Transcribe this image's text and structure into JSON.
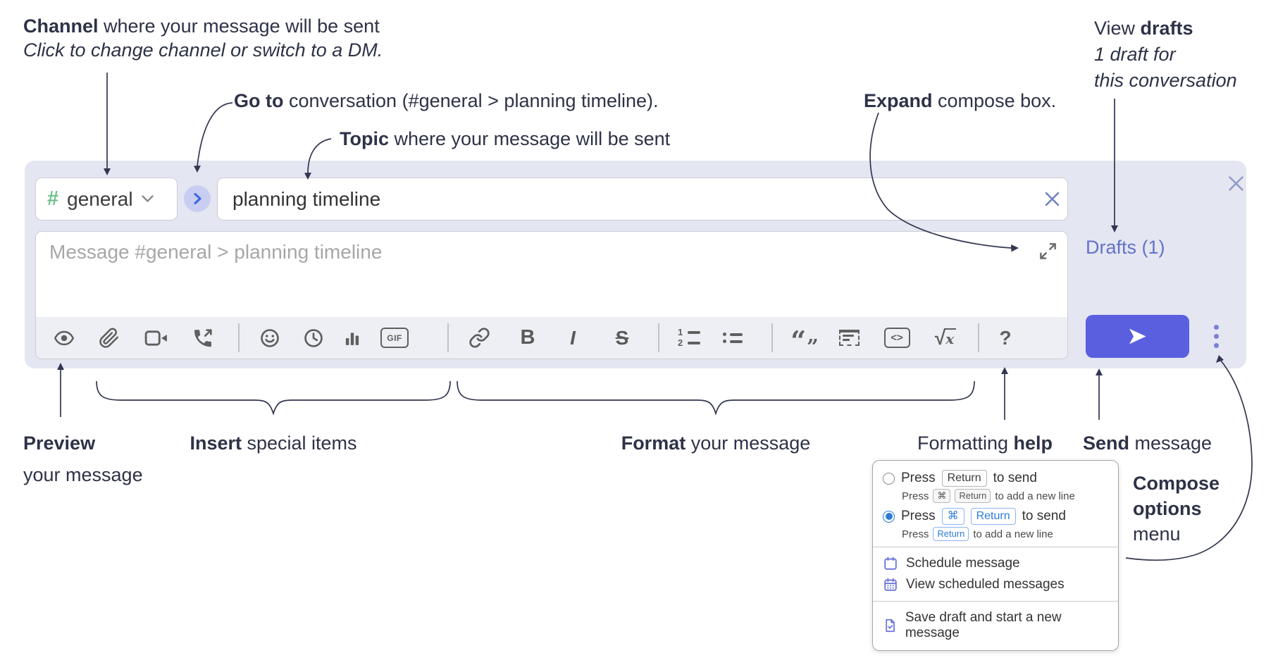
{
  "annotations": {
    "channel": {
      "bold": "Channel",
      "rest": " where your message will be sent",
      "line2": "Click to change channel or switch to a DM."
    },
    "go_to": {
      "bold": "Go to",
      "rest": " conversation (#general > planning timeline)."
    },
    "topic": {
      "bold": "Topic",
      "rest": " where your message will be sent"
    },
    "expand": {
      "bold": "Expand",
      "rest": " compose box."
    },
    "view_drafts": {
      "pre": "View ",
      "bold": "drafts",
      "line2": "1 draft for",
      "line3": "this conversation"
    },
    "preview": {
      "bold": "Preview",
      "line2": "your message"
    },
    "insert": {
      "bold": "Insert",
      "rest": " special items"
    },
    "format": {
      "bold": "Format",
      "rest": " your message"
    },
    "formatting_help": {
      "pre": "Formatting ",
      "bold": "help"
    },
    "send": {
      "bold": "Send",
      "rest": " message"
    },
    "compose_options": {
      "line1": "Compose",
      "line2": "options",
      "line3": "menu"
    }
  },
  "compose": {
    "channel": {
      "hash": "#",
      "name": "general"
    },
    "topic_value": "planning timeline",
    "message_placeholder": "Message #general > planning timeline",
    "drafts_link": "Drafts (1)"
  },
  "toolbar": {
    "bold": "B",
    "italic": "I",
    "strike": "S",
    "gif": "GIF",
    "code": "<>",
    "math_root": "√",
    "math_var": "x",
    "help": "?",
    "quote_open": "“",
    "quote_close": "”",
    "ol_1": "1",
    "ol_2": "2",
    "icons": [
      "eye-preview",
      "paperclip-attach",
      "video-call",
      "voice-call",
      "emoji",
      "global-time",
      "poll",
      "gif",
      "link",
      "bold",
      "italic",
      "strikethrough",
      "numbered-list",
      "bulleted-list",
      "quote",
      "spoiler",
      "code",
      "math",
      "formatting-help"
    ]
  },
  "options_menu": {
    "enter_option": {
      "press": "Press",
      "key_return": "Return",
      "to_send": "to send",
      "sub_press": "Press",
      "sub_key_cmd": "⌘",
      "sub_key_return": "Return",
      "sub_rest": "to add a new line"
    },
    "cmd_enter_option": {
      "press": "Press",
      "key_cmd": "⌘",
      "key_return": "Return",
      "to_send": "to send",
      "sub_press": "Press",
      "sub_key_return": "Return",
      "sub_rest": "to add a new line"
    },
    "items": [
      {
        "label": "Schedule message"
      },
      {
        "label": "View scheduled messages"
      },
      {
        "label": "Save draft and start a new message"
      }
    ]
  },
  "colors": {
    "compose_bg": "#e4e6f2",
    "accent_indigo": "#5a5fe0",
    "link_purple": "#6472c8",
    "hash_green": "#6fbf8f",
    "goto_blue": "#3b63e6",
    "keycap_blue": "#2f7cd8",
    "menu_icon_purple": "#6b73d9",
    "icon_gray": "#5f5f5f",
    "annotation_ink": "#2e3247"
  }
}
